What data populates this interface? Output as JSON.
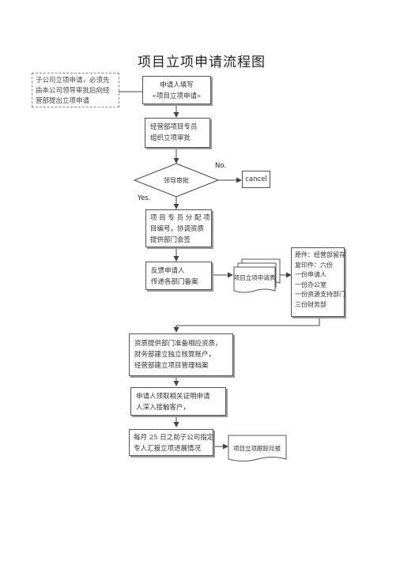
{
  "title": "项目立项申请流程图",
  "note": [
    "子公司立项申请，必须先",
    "由本公司领导审批后向经",
    "营部提出立项申请"
  ],
  "steps": {
    "apply": [
      "申请人填写",
      "«项目立项申请»"
    ],
    "organize": [
      "经营部项目专员",
      "组织立项审批"
    ],
    "decision": "领导审批",
    "no_label": "No.",
    "yes_label": "Yes.",
    "cancel": "cancel",
    "assign": [
      "项 目 专 员 分 配 项",
      "目编号，协调资质",
      "提供部门会签"
    ],
    "feedback": [
      "反馈申请人",
      "传递各部门备案"
    ],
    "doc_form": "项目立项申请表",
    "copies": [
      "原件：经营部留存",
      "复印件：六份",
      "一份申请人",
      "一份办公室",
      "一份资源支持部门",
      "三份财务部"
    ],
    "prepare": [
      "资质提供部门准备相应资质，",
      "财务部建立独立核算账户，",
      "经营部建立项目管理档案"
    ],
    "receive": [
      "申请人领取相关证明申请",
      "人深入接触客户，"
    ],
    "monthly": [
      "每月 25 日之前子公司指定",
      "专人汇报立项进展情况"
    ],
    "doc_monthly": "项目立项跟踪月报"
  }
}
